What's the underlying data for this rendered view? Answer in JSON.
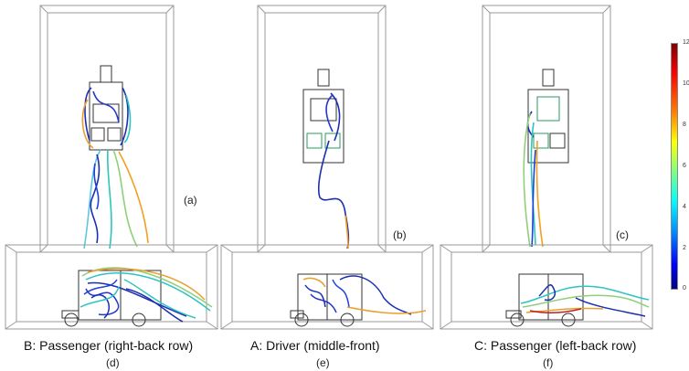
{
  "panels": [
    {
      "id": "a",
      "label": "(a)"
    },
    {
      "id": "b",
      "label": "(b)"
    },
    {
      "id": "c",
      "label": "(c)"
    }
  ],
  "bottom_panels": [
    {
      "id": "d",
      "caption": "B: Passenger (right-back row)",
      "label": "(d)"
    },
    {
      "id": "e",
      "caption": "A: Driver (middle-front)",
      "label": "(e)"
    },
    {
      "id": "f",
      "caption": "C: Passenger (left-back row)",
      "label": "(f)"
    }
  ],
  "colorbar": {
    "min": 0,
    "max": 12,
    "ticks": [
      "12",
      "10",
      "8",
      "6",
      "4",
      "2",
      "0"
    ],
    "colormap": "jet"
  },
  "colors": {
    "wireframe": "#9a9a9a",
    "vehicle": "#333333",
    "stream_low": "#1b2fb0",
    "stream_mid": "#2ec4c0",
    "stream_high": "#f2a020"
  }
}
